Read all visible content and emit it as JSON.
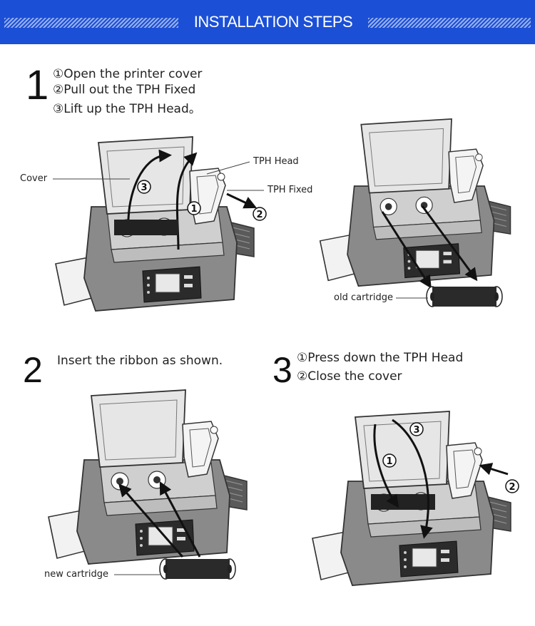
{
  "header": {
    "title": "INSTALLATION STEPS"
  },
  "steps": [
    {
      "number": "1",
      "lines": [
        "①Open the printer cover",
        "②Pull out the TPH Fixed",
        "③Lift up the TPH  Head。"
      ]
    },
    {
      "number": "2",
      "lines": [
        "Insert the ribbon as shown."
      ]
    },
    {
      "number": "3",
      "lines": [
        "①Press down the TPH Head",
        "②Close the cover"
      ]
    }
  ],
  "callouts": {
    "cover": "Cover",
    "tph_head": "TPH Head",
    "tph_fixed": "TPH Fixed",
    "old_cartridge": "old cartridge",
    "new_cartridge": "new cartridge"
  },
  "markers": {
    "one": "1",
    "two": "2",
    "three": "3"
  },
  "colors": {
    "header_bg": "#1b4fd6",
    "printer_body": "#8a8a8a",
    "ribbon": "#222222"
  }
}
